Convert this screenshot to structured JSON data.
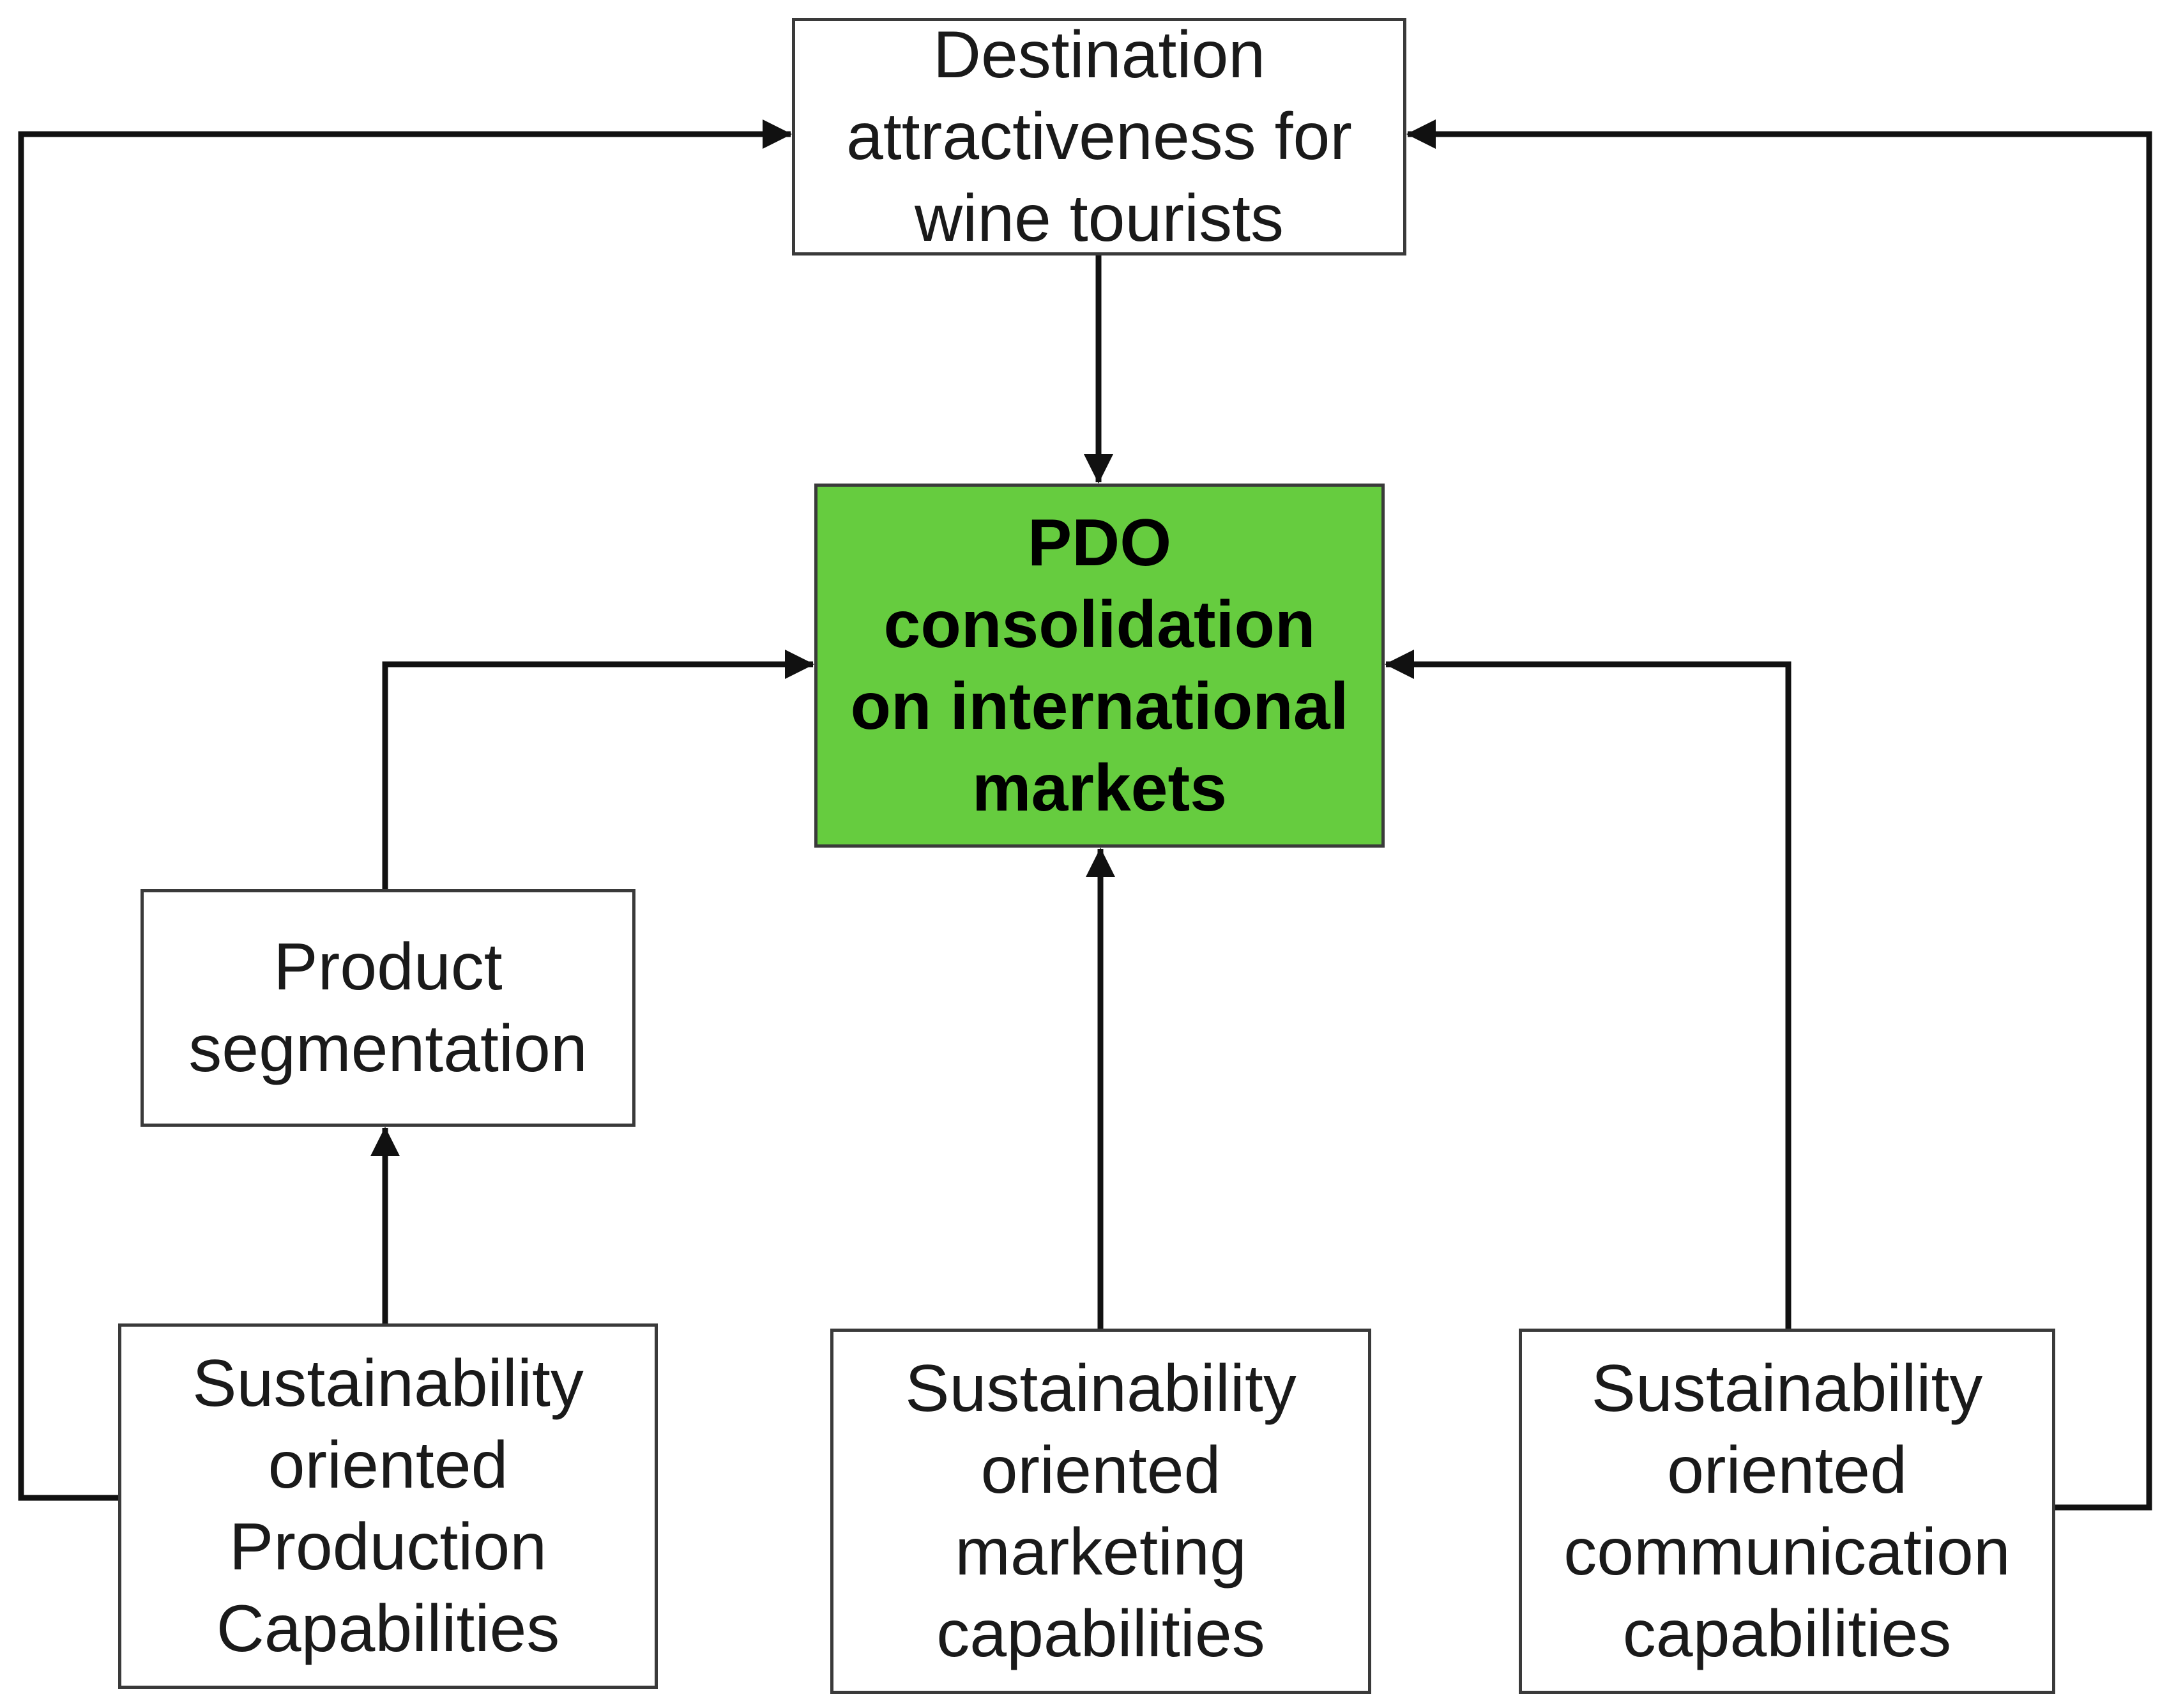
{
  "nodes": {
    "destination": {
      "lines": [
        "Destination",
        "attractiveness for",
        "wine tourists"
      ]
    },
    "pdo": {
      "lines": [
        "PDO",
        "consolidation",
        "on international",
        "markets"
      ]
    },
    "segmentation": {
      "lines": [
        "Product",
        "segmentation"
      ]
    },
    "production": {
      "lines": [
        "Sustainability",
        "oriented",
        "Production",
        "Capabilities"
      ]
    },
    "marketing": {
      "lines": [
        "Sustainability",
        "oriented",
        "marketing",
        "capabilities"
      ]
    },
    "communication": {
      "lines": [
        "Sustainability",
        "oriented",
        "communication",
        "capabilities"
      ]
    }
  },
  "colors": {
    "central_fill": "#66cc3f",
    "line": "#111111"
  }
}
